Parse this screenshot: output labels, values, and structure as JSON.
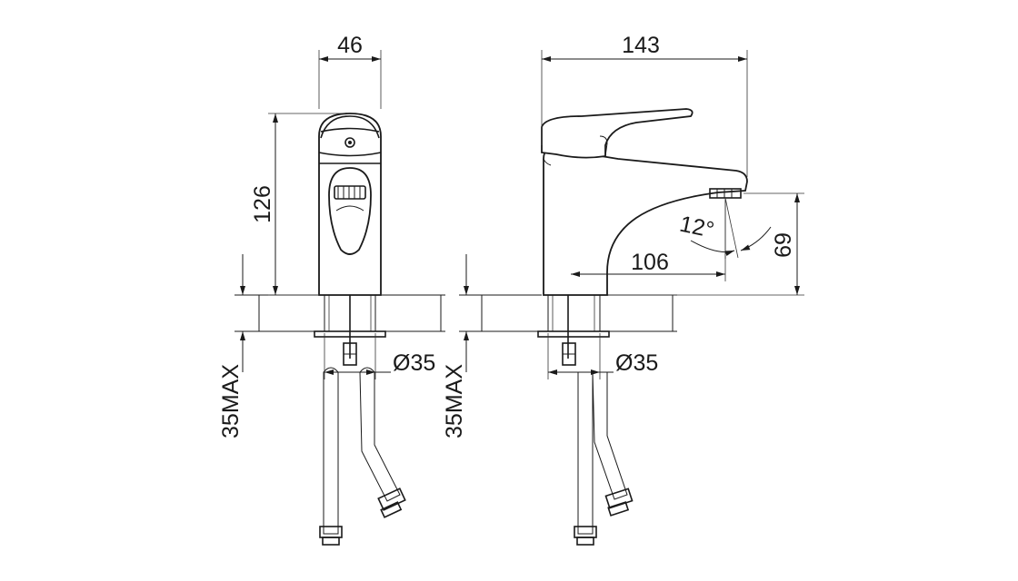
{
  "front_view": {
    "width_dim": "46",
    "height_dim": "126",
    "hole_dim": "Ø35",
    "max_dim": "35MAX"
  },
  "side_view": {
    "length_dim": "143",
    "reach_dim": "106",
    "spout_height_dim": "69",
    "angle_dim": "12°",
    "hole_dim": "Ø35",
    "max_dim": "35MAX"
  },
  "colors": {
    "line": "#1a1a1a",
    "background": "#ffffff"
  }
}
